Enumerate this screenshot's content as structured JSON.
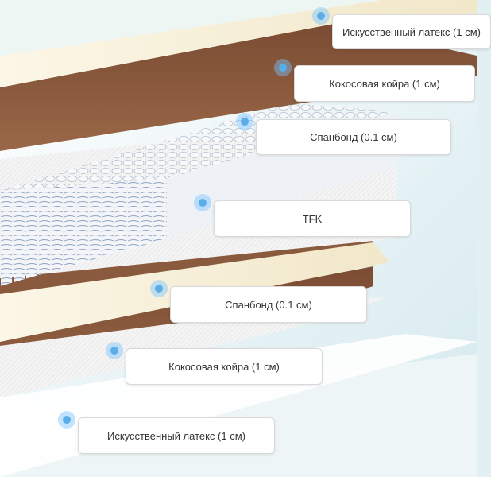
{
  "layers": [
    {
      "id": "latex-top",
      "label": "Искусственный латекс (1 см)"
    },
    {
      "id": "coir-top",
      "label": "Кокосовая койра (1 см)"
    },
    {
      "id": "spunbond-top",
      "label": "Спанбонд (0.1 см)"
    },
    {
      "id": "tfk",
      "label": "TFK"
    },
    {
      "id": "spunbond-bottom",
      "label": "Спанбонд (0.1 см)"
    },
    {
      "id": "coir-bottom",
      "label": "Кокосовая койра (1 см)"
    },
    {
      "id": "latex-bottom",
      "label": "Искусственный латекс (1 см)"
    }
  ],
  "colors": {
    "background": "#e3f0f3",
    "latex": "#f6eed8",
    "coir": "#8a5a3e",
    "spunbond": "#f5f5f5",
    "spring": "#eef1f6",
    "marker": "#5aaee8"
  }
}
